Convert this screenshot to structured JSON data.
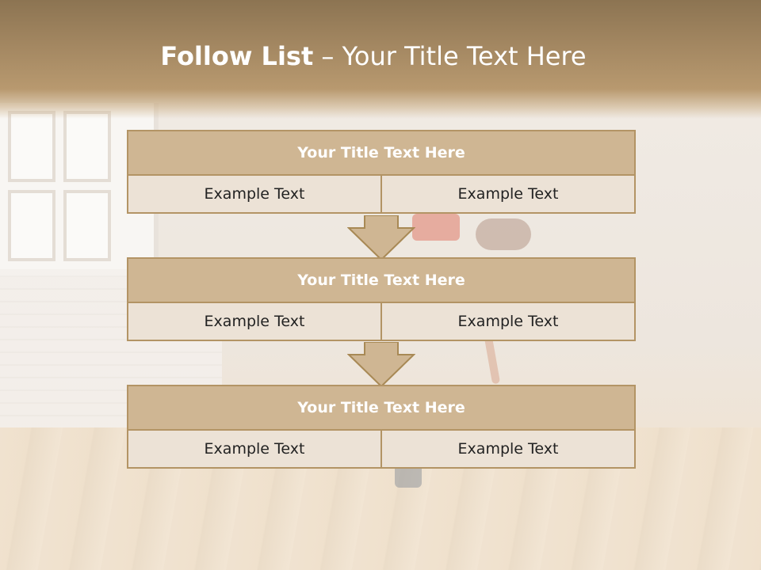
{
  "slide": {
    "title_bold": "Follow List",
    "title_rest": " – Your Title Text Here",
    "blocks": [
      {
        "title": "Your Title Text Here",
        "cells": [
          "Example Text",
          "Example Text"
        ]
      },
      {
        "title": "Your Title Text Here",
        "cells": [
          "Example Text",
          "Example Text"
        ]
      },
      {
        "title": "Your Title Text Here",
        "cells": [
          "Example Text",
          "Example Text"
        ]
      }
    ]
  },
  "colors": {
    "header": "#a48862",
    "block_fill": "#cfb693",
    "block_border": "#b39465",
    "cell_fill": "#ece2d6",
    "arrow_fill": "#cfb693"
  }
}
